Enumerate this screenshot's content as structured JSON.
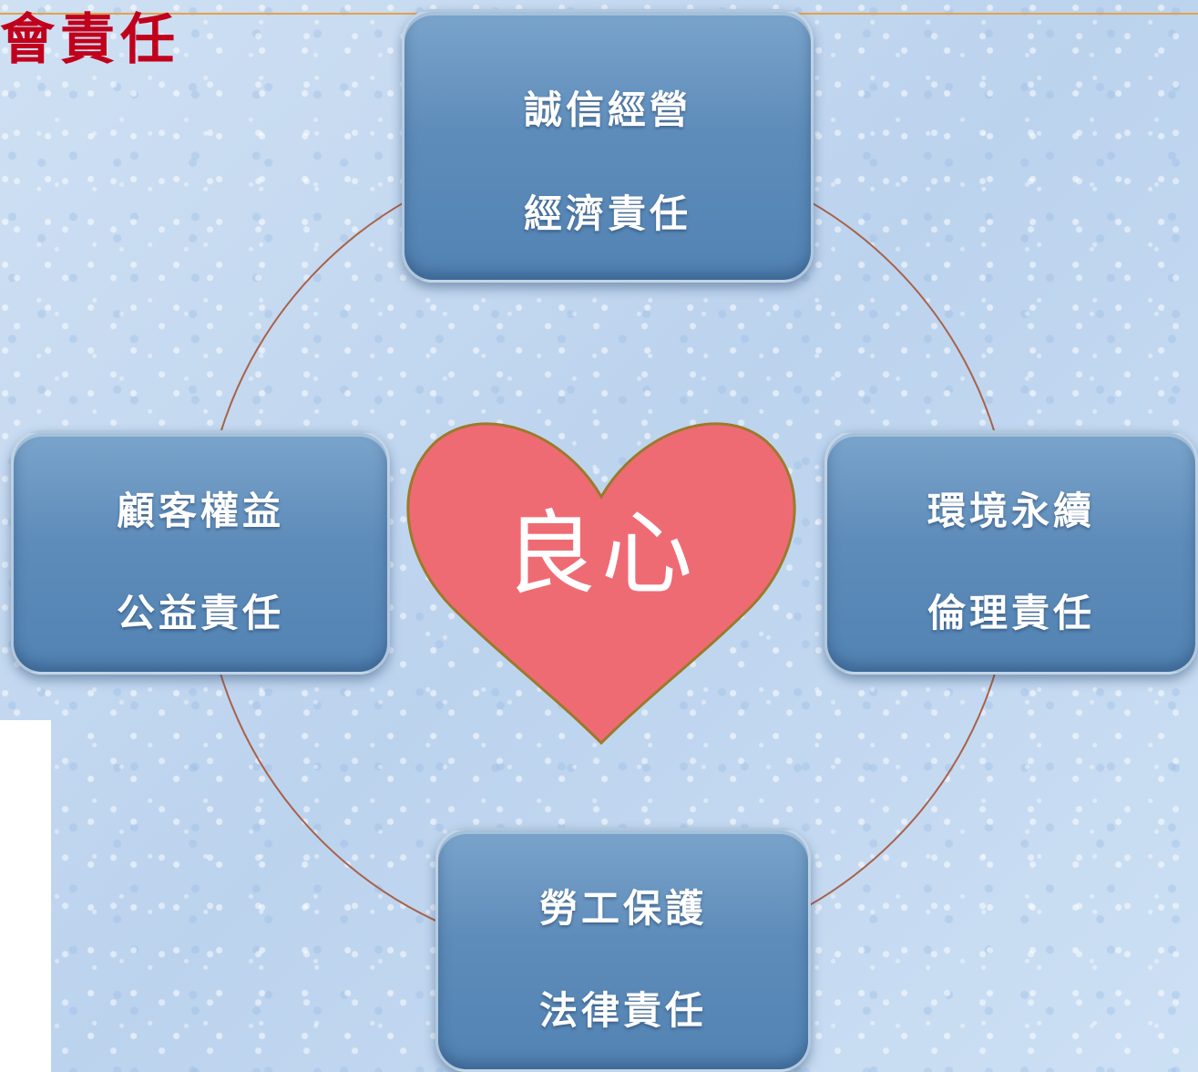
{
  "title": "會責任",
  "center": {
    "label": "良心"
  },
  "nodes": {
    "top": {
      "line1": "誠信經營",
      "line2": "經濟責任"
    },
    "left": {
      "line1": "顧客權益",
      "line2": "公益責任"
    },
    "right": {
      "line1": "環境永續",
      "line2": "倫理責任"
    },
    "bottom": {
      "line1": "勞工保護",
      "line2": "法律責任"
    }
  },
  "colors": {
    "title": "#c1001c",
    "node_fill": "#5e8cba",
    "heart_fill": "#ef6b74",
    "heart_stroke": "#9c7a2a",
    "ring_stroke": "#a8624a",
    "top_rule": "#e3a24a"
  }
}
